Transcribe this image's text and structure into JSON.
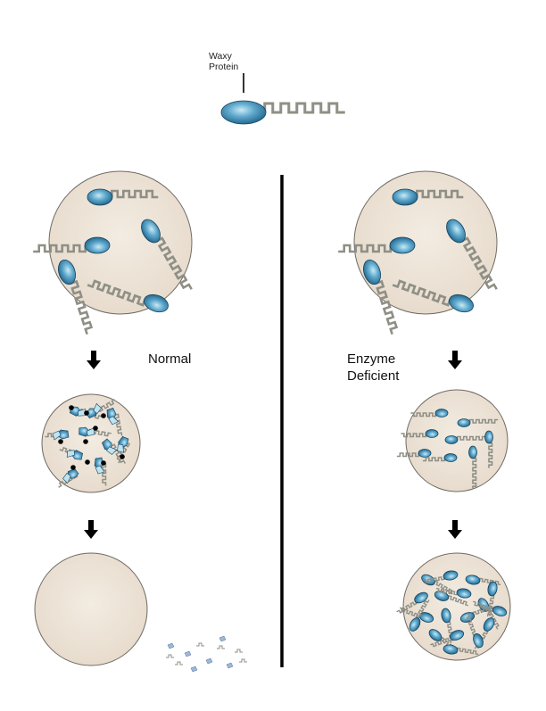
{
  "legend": {
    "line1": "Waxy",
    "line2": "Protein"
  },
  "labels": {
    "normal": "Normal",
    "enzyme_line1": "Enzyme",
    "enzyme_line2": "Deficient"
  },
  "colors": {
    "cell_fill": "#ede3d6",
    "cell_stroke": "#6e6a63",
    "protein_dark": "#1f6f97",
    "protein_light": "#bfe3f0",
    "tail": "#8f8f86",
    "arrow": "#000000",
    "divider": "#000000",
    "enzyme_dot": "#000000"
  }
}
